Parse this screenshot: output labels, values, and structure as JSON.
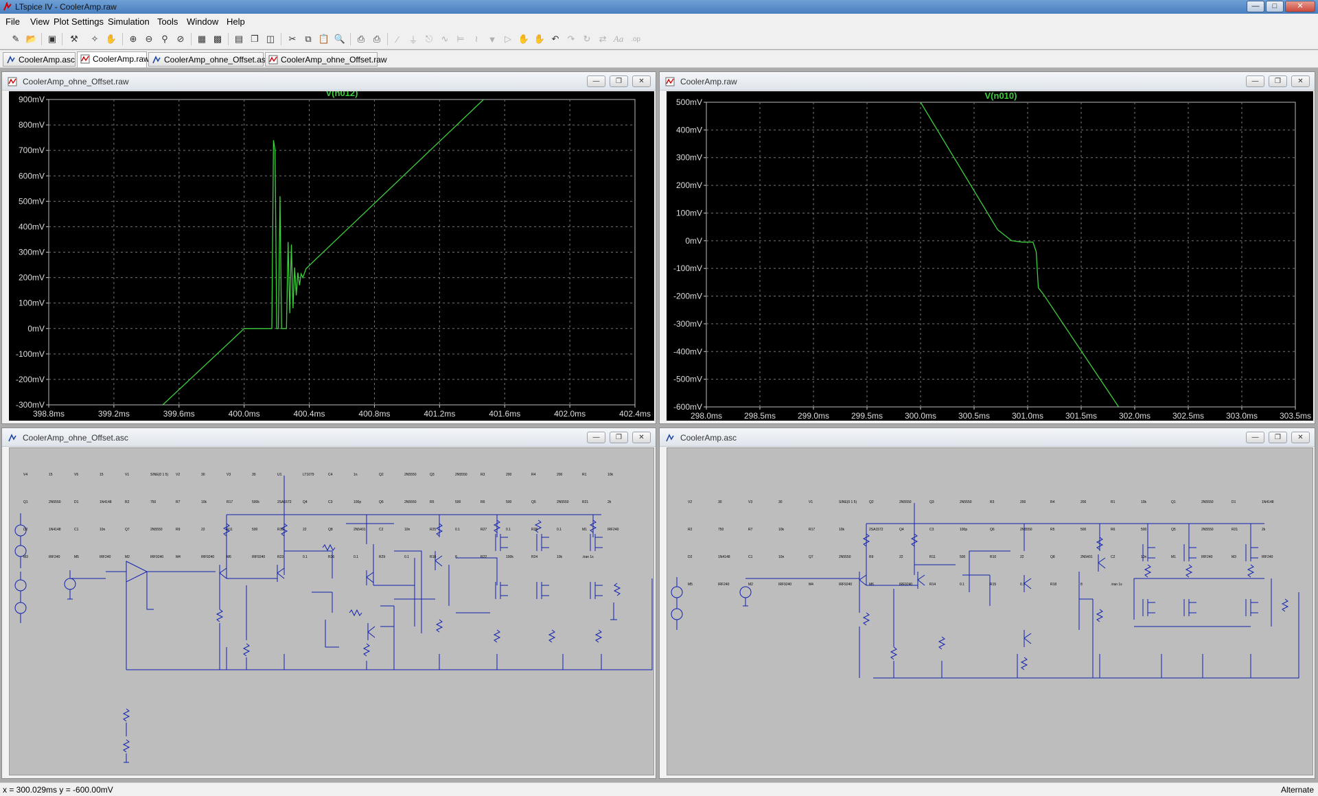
{
  "window": {
    "title": "LTspice IV - CoolerAmp.raw",
    "controls": [
      "minimize-icon",
      "maximize-icon",
      "close-icon"
    ]
  },
  "menu": [
    "File",
    "View",
    "Plot Settings",
    "Simulation",
    "Tools",
    "Window",
    "Help"
  ],
  "toolbar": {
    "icons": [
      "new-schematic-icon",
      "open-icon",
      "save-icon",
      "control-panel-icon",
      "run-icon",
      "halt-icon",
      "zoom-in-icon",
      "zoom-out-icon",
      "zoom-fit-icon",
      "zoom-cancel-icon",
      "autorange-icon",
      "grid-icon",
      "tile-horizontal-icon",
      "cascade-icon",
      "tile-vertical-icon",
      "cut-icon",
      "copy-icon",
      "paste-icon",
      "find-icon",
      "print-preview-icon",
      "print-icon",
      "wire-icon",
      "ground-icon",
      "label-icon",
      "resistor-icon",
      "capacitor-icon",
      "inductor-icon",
      "diode-icon",
      "component-icon",
      "move-icon",
      "drag-icon",
      "undo-icon",
      "redo-icon",
      "rotate-icon",
      "mirror-icon",
      "text-icon",
      "spice-directive-icon"
    ]
  },
  "tabs": [
    {
      "label": "CoolerAmp.asc",
      "icon": "schematic-icon",
      "active": false
    },
    {
      "label": "CoolerAmp.raw",
      "icon": "waveform-icon",
      "active": true
    },
    {
      "label": "CoolerAmp_ohne_Offset.asc",
      "icon": "schematic-icon",
      "active": false
    },
    {
      "label": "CoolerAmp_ohne_Offset.raw",
      "icon": "waveform-icon",
      "active": false
    }
  ],
  "windows": {
    "plot_left": {
      "title": "CoolerAmp_ohne_Offset.raw",
      "icon": "waveform-icon"
    },
    "plot_right": {
      "title": "CoolerAmp.raw",
      "icon": "waveform-icon"
    },
    "schem_left": {
      "title": "CoolerAmp_ohne_Offset.asc",
      "icon": "schematic-icon"
    },
    "schem_right": {
      "title": "CoolerAmp.asc",
      "icon": "schematic-icon"
    }
  },
  "chart_data": [
    {
      "type": "line",
      "title": "V(n012)",
      "color": "#3ed13e",
      "x_ticks": [
        "398.8ms",
        "399.2ms",
        "399.6ms",
        "400.0ms",
        "400.4ms",
        "400.8ms",
        "401.2ms",
        "401.6ms",
        "402.0ms",
        "402.4ms"
      ],
      "y_ticks": [
        "900mV",
        "800mV",
        "700mV",
        "600mV",
        "500mV",
        "400mV",
        "300mV",
        "200mV",
        "100mV",
        "0mV",
        "-100mV",
        "-200mV",
        "-300mV"
      ],
      "xlim": [
        398.8,
        402.4
      ],
      "ylim": [
        -300,
        900
      ],
      "grid": true,
      "x": [
        399.5,
        400.0,
        400.17,
        400.18,
        400.19,
        400.2,
        400.21,
        400.22,
        400.23,
        400.26,
        400.27,
        400.28,
        400.29,
        400.3,
        400.31,
        400.32,
        400.33,
        400.34,
        400.35,
        400.36,
        400.38,
        400.42,
        401.47
      ],
      "y": [
        -300,
        0,
        0,
        740,
        700,
        0,
        0,
        520,
        0,
        0,
        340,
        60,
        330,
        80,
        240,
        130,
        220,
        170,
        215,
        200,
        235,
        260,
        900
      ]
    },
    {
      "type": "line",
      "title": "V(n010)",
      "color": "#3ed13e",
      "x_ticks": [
        "298.0ms",
        "298.5ms",
        "299.0ms",
        "299.5ms",
        "300.0ms",
        "300.5ms",
        "301.0ms",
        "301.5ms",
        "302.0ms",
        "302.5ms",
        "303.0ms",
        "303.5ms"
      ],
      "y_ticks": [
        "500mV",
        "400mV",
        "300mV",
        "200mV",
        "100mV",
        "0mV",
        "-100mV",
        "-200mV",
        "-300mV",
        "-400mV",
        "-500mV",
        "-600mV"
      ],
      "xlim": [
        298.0,
        303.5
      ],
      "ylim": [
        -600,
        500
      ],
      "grid": true,
      "x": [
        300.0,
        300.72,
        300.85,
        300.95,
        301.05,
        301.08,
        301.1,
        301.15,
        301.85
      ],
      "y": [
        500,
        40,
        0,
        -5,
        -5,
        -40,
        -170,
        -195,
        -600
      ]
    }
  ],
  "schematics": {
    "left": {
      "labels": [
        "V4",
        "15",
        "V5",
        "15",
        "V1",
        "SINE(0 1 5)",
        "V2",
        "30",
        "V3",
        "30",
        "U1",
        "LT1079",
        "C4",
        "1n",
        "Q2",
        "2N5550",
        "Q3",
        "2N5550",
        "R3",
        "200",
        "R4",
        "200",
        "R1",
        "10k",
        "Q1",
        "2N5550",
        "D1",
        "1N4148",
        "R2",
        "750",
        "R7",
        "10k",
        "R17",
        "500k",
        "2SA1572",
        "Q4",
        "C3",
        "100p",
        "Q6",
        "2N5550",
        "R5",
        "500",
        "R6",
        "500",
        "Q5",
        "2N5550",
        "R21",
        "2k",
        "D2",
        "1N4148",
        "C1",
        "10n",
        "Q7",
        "2N5550",
        "R9",
        "22",
        "R11",
        "500",
        "R10",
        "22",
        "Q8",
        "2N5401",
        "C2",
        "10n",
        "R25",
        "0.1",
        "R27",
        "0.1",
        "R28",
        "0.1",
        "M1",
        "IRF240",
        "M3",
        "IRF240",
        "M5",
        "IRF240",
        "M2",
        "IRF9240",
        "M4",
        "IRF9240",
        "M6",
        "IRF9240",
        "R23",
        "0.1",
        "R26",
        "0.1",
        "R29",
        "0.1",
        "R18",
        "8",
        "R22",
        "100k",
        "R24",
        "10k",
        ".tran 1s"
      ]
    },
    "right": {
      "labels": [
        "V2",
        "30",
        "V3",
        "30",
        "V1",
        "SINE(0 1 5)",
        "Q2",
        "2N5550",
        "Q3",
        "2N5550",
        "R3",
        "200",
        "R4",
        "200",
        "R1",
        "10k",
        "Q1",
        "2N5550",
        "D1",
        "1N4148",
        "R2",
        "750",
        "R7",
        "10k",
        "R17",
        "10k",
        "2SA1572",
        "Q4",
        "C3",
        "100p",
        "Q6",
        "2N5550",
        "R5",
        "500",
        "R6",
        "500",
        "Q5",
        "2N5550",
        "R21",
        "2k",
        "D2",
        "1N4148",
        "C1",
        "10n",
        "Q7",
        "2N5550",
        "R9",
        "22",
        "R11",
        "500",
        "R10",
        "22",
        "Q8",
        "2N5401",
        "C2",
        "10n",
        "M1",
        "IRF240",
        "M3",
        "IRF240",
        "M5",
        "IRF240",
        "M2",
        "IRF9240",
        "M4",
        "IRF9240",
        "M6",
        "IRF9240",
        "R14",
        "0.1",
        "R15",
        "0.1",
        "R18",
        "8",
        ".tran 1s"
      ]
    }
  },
  "status": {
    "coords": "x = 300.029ms   y = -600.00mV",
    "mode": "Alternate"
  }
}
